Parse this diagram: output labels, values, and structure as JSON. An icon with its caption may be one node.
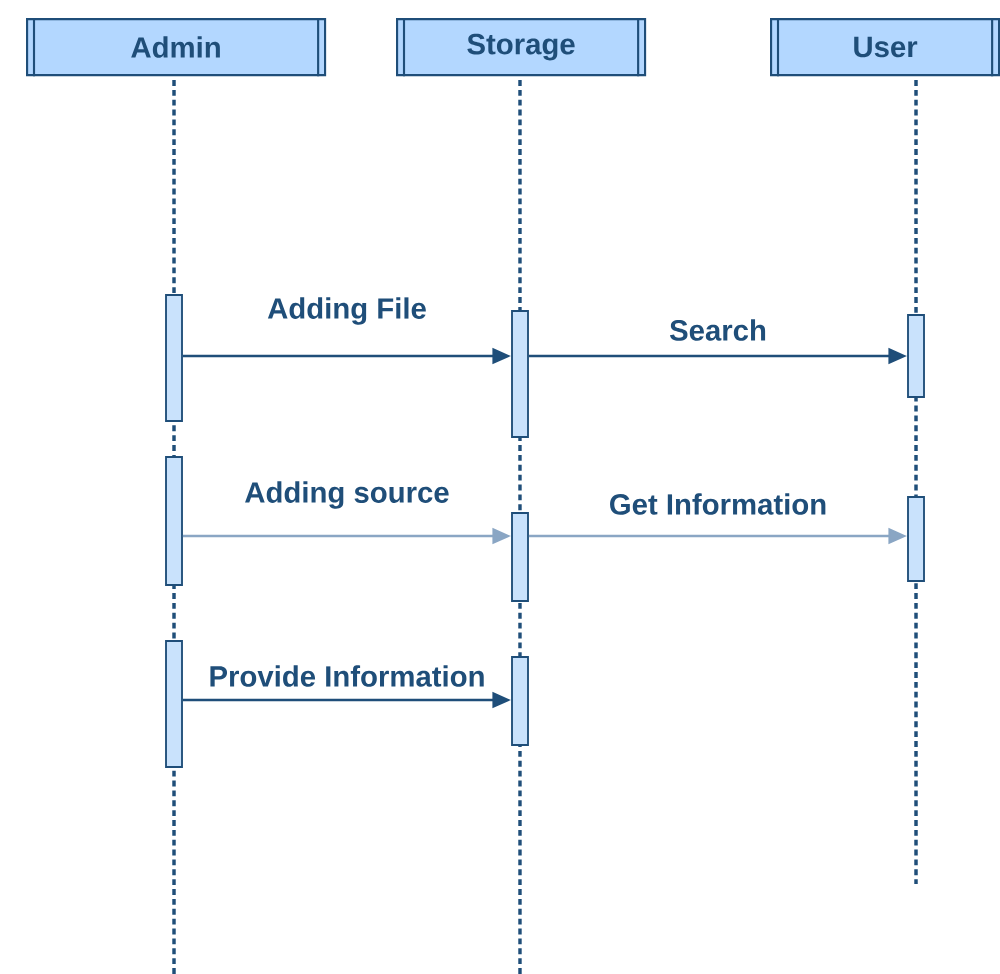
{
  "diagram": {
    "nodes": [
      {
        "text": [
          "Admin"
        ]
      },
      {
        "text": [
          "Storage"
        ]
      },
      {
        "text": [
          "User"
        ]
      },
      {
        "text": [],
        "shape": "bar"
      },
      {
        "text": [],
        "shape": "bar"
      },
      {
        "text": [],
        "shape": "bar"
      },
      {
        "text": [],
        "shape": "bar"
      },
      {
        "text": [],
        "shape": "bar"
      },
      {
        "text": [],
        "shape": "bar"
      },
      {
        "text": [],
        "shape": "bar"
      },
      {
        "text": [],
        "shape": "bar"
      }
    ],
    "edges": [
      {
        "from": 3,
        "to": 4,
        "arrow": "to",
        "label": "Adding File"
      },
      {
        "from": 4,
        "to": 5,
        "arrow": "to",
        "label": "Search"
      },
      {
        "from": 6,
        "to": 7,
        "arrow": "to",
        "label": "Adding source",
        "color": "#8aa6c4"
      },
      {
        "from": 7,
        "to": 8,
        "arrow": "to",
        "label": "Get Information",
        "color": "#8aa6c4"
      },
      {
        "from": 9,
        "to": 10,
        "arrow": "to",
        "label": "Provide Information"
      }
    ]
  }
}
